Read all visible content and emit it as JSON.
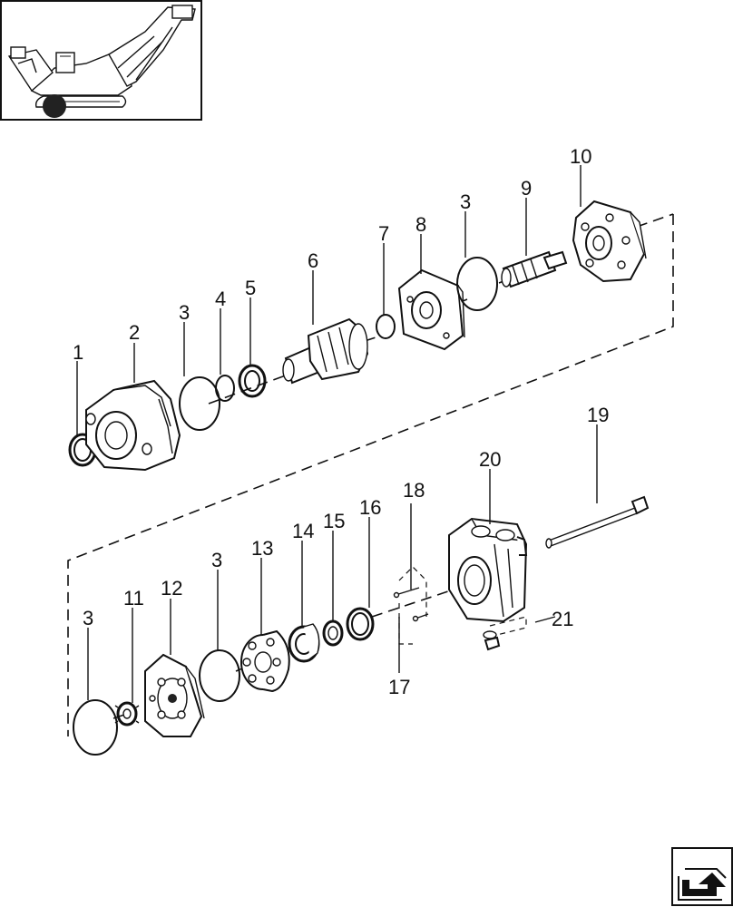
{
  "callouts": {
    "c1": "1",
    "c2": "2",
    "c3a": "3",
    "c4": "4",
    "c5": "5",
    "c6": "6",
    "c7": "7",
    "c8": "8",
    "c3b": "3",
    "c9": "9",
    "c10": "10",
    "c3c": "3",
    "c11": "11",
    "c12": "12",
    "c3d": "3",
    "c13": "13",
    "c14": "14",
    "c15": "15",
    "c16": "16",
    "c18": "18",
    "c17": "17",
    "c19": "19",
    "c20": "20",
    "c21": "21"
  },
  "icons": {
    "thumbnail": "harvester-thumbnail-icon",
    "next": "next-page-arrow-icon"
  }
}
